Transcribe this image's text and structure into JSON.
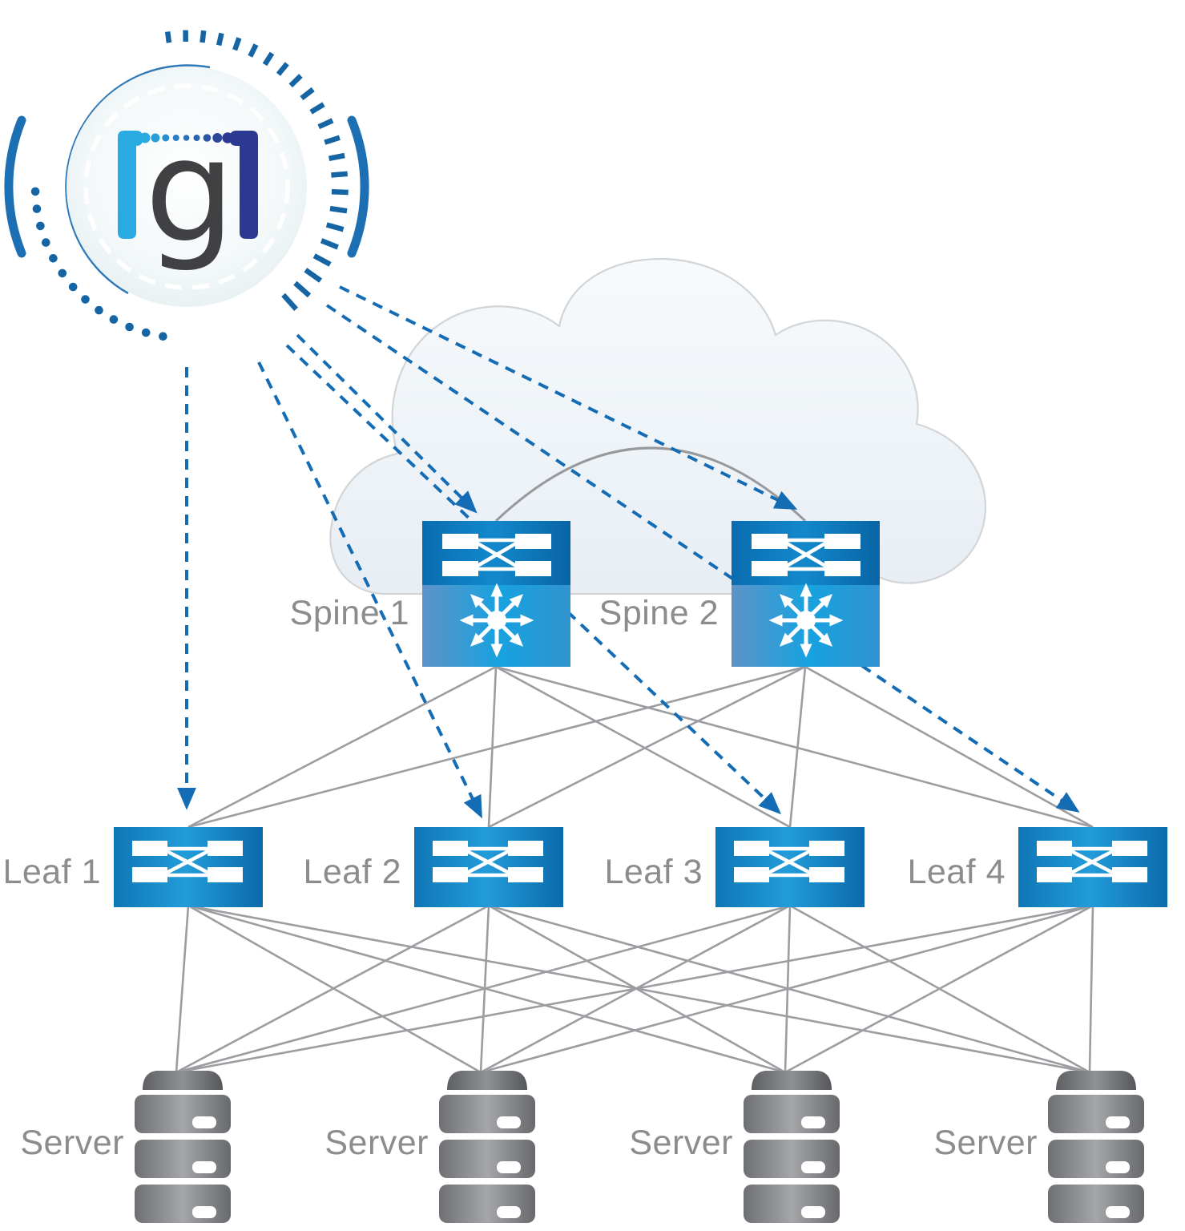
{
  "logo": {
    "glyph": "g",
    "description": "bracketed-g controller logo mark"
  },
  "nodes": {
    "spines": [
      {
        "id": "spine-1",
        "label": "Spine 1"
      },
      {
        "id": "spine-2",
        "label": "Spine 2"
      }
    ],
    "leaves": [
      {
        "id": "leaf-1",
        "label": "Leaf 1"
      },
      {
        "id": "leaf-2",
        "label": "Leaf 2"
      },
      {
        "id": "leaf-3",
        "label": "Leaf 3"
      },
      {
        "id": "leaf-4",
        "label": "Leaf 4"
      }
    ],
    "servers": [
      {
        "id": "server-1",
        "label": "Server"
      },
      {
        "id": "server-2",
        "label": "Server"
      },
      {
        "id": "server-3",
        "label": "Server"
      },
      {
        "id": "server-4",
        "label": "Server"
      }
    ]
  },
  "colors": {
    "management_link_blue": "#146cb4",
    "fabric_link_gray": "#9b9da0",
    "label_gray": "#8a8c8e",
    "node_blue_dark": "#0a6cb0",
    "node_blue_bright": "#229cd9",
    "spine_lower_band": "#17a2e0",
    "server_gray": "#8f9194",
    "cloud_fill": "#eef3f8",
    "cloud_stroke": "#d2d5d8",
    "logo_bracket_left": "#29abe2",
    "logo_bracket_right": "#2b3990",
    "logo_g_charcoal": "#414042",
    "logo_ring_blue": "#1565a5"
  }
}
